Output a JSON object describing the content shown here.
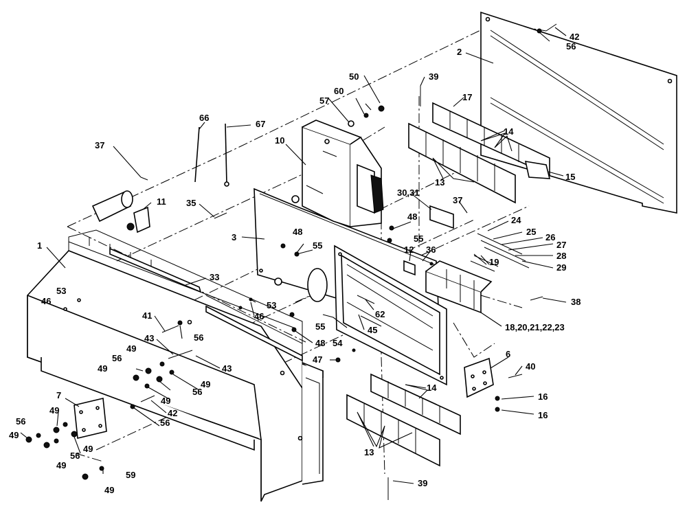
{
  "callouts": [
    {
      "id": "c1",
      "text": "1"
    },
    {
      "id": "c2",
      "text": "2"
    },
    {
      "id": "c3",
      "text": "3"
    },
    {
      "id": "c6",
      "text": "6"
    },
    {
      "id": "c7",
      "text": "7"
    },
    {
      "id": "c10",
      "text": "10"
    },
    {
      "id": "c11",
      "text": "11"
    },
    {
      "id": "c12",
      "text": "12"
    },
    {
      "id": "c13a",
      "text": "13"
    },
    {
      "id": "c13b",
      "text": "13"
    },
    {
      "id": "c14a",
      "text": "14"
    },
    {
      "id": "c14b",
      "text": "14"
    },
    {
      "id": "c15",
      "text": "15"
    },
    {
      "id": "c16a",
      "text": "16"
    },
    {
      "id": "c16b",
      "text": "16"
    },
    {
      "id": "c17",
      "text": "17"
    },
    {
      "id": "c18",
      "text": "18,20,21,22,23"
    },
    {
      "id": "c19",
      "text": "19"
    },
    {
      "id": "c24",
      "text": "24"
    },
    {
      "id": "c25",
      "text": "25"
    },
    {
      "id": "c26",
      "text": "26"
    },
    {
      "id": "c27",
      "text": "27"
    },
    {
      "id": "c28",
      "text": "28"
    },
    {
      "id": "c29",
      "text": "29"
    },
    {
      "id": "c30",
      "text": "30,31"
    },
    {
      "id": "c33",
      "text": "33"
    },
    {
      "id": "c35",
      "text": "35"
    },
    {
      "id": "c36",
      "text": "36"
    },
    {
      "id": "c37a",
      "text": "37"
    },
    {
      "id": "c37b",
      "text": "37"
    },
    {
      "id": "c38",
      "text": "38"
    },
    {
      "id": "c39a",
      "text": "39"
    },
    {
      "id": "c39b",
      "text": "39"
    },
    {
      "id": "c40",
      "text": "40"
    },
    {
      "id": "c41",
      "text": "41"
    },
    {
      "id": "c42a",
      "text": "42"
    },
    {
      "id": "c42b",
      "text": "42"
    },
    {
      "id": "c43a",
      "text": "43"
    },
    {
      "id": "c43b",
      "text": "43"
    },
    {
      "id": "c45",
      "text": "45"
    },
    {
      "id": "c46a",
      "text": "46"
    },
    {
      "id": "c46b",
      "text": "46"
    },
    {
      "id": "c47",
      "text": "47"
    },
    {
      "id": "c48a",
      "text": "48"
    },
    {
      "id": "c48b",
      "text": "48"
    },
    {
      "id": "c48c",
      "text": "48"
    },
    {
      "id": "c49a",
      "text": "49"
    },
    {
      "id": "c49b",
      "text": "49"
    },
    {
      "id": "c49c",
      "text": "49"
    },
    {
      "id": "c49d",
      "text": "49"
    },
    {
      "id": "c49e",
      "text": "49"
    },
    {
      "id": "c49f",
      "text": "49"
    },
    {
      "id": "c49g",
      "text": "49"
    },
    {
      "id": "c49h",
      "text": "49"
    },
    {
      "id": "c49i",
      "text": "49"
    },
    {
      "id": "c50",
      "text": "50"
    },
    {
      "id": "c53a",
      "text": "53"
    },
    {
      "id": "c53b",
      "text": "53"
    },
    {
      "id": "c54",
      "text": "54"
    },
    {
      "id": "c55a",
      "text": "55"
    },
    {
      "id": "c55b",
      "text": "55"
    },
    {
      "id": "c55c",
      "text": "55"
    },
    {
      "id": "c56a",
      "text": "56"
    },
    {
      "id": "c56b",
      "text": "56"
    },
    {
      "id": "c56c",
      "text": "56"
    },
    {
      "id": "c56d",
      "text": "56"
    },
    {
      "id": "c56e",
      "text": "56"
    },
    {
      "id": "c56f",
      "text": "56"
    },
    {
      "id": "c56g",
      "text": "56"
    },
    {
      "id": "c57",
      "text": "57"
    },
    {
      "id": "c59",
      "text": "59"
    },
    {
      "id": "c60",
      "text": "60"
    },
    {
      "id": "c62",
      "text": "62"
    },
    {
      "id": "c66",
      "text": "66"
    },
    {
      "id": "c67",
      "text": "67"
    }
  ]
}
